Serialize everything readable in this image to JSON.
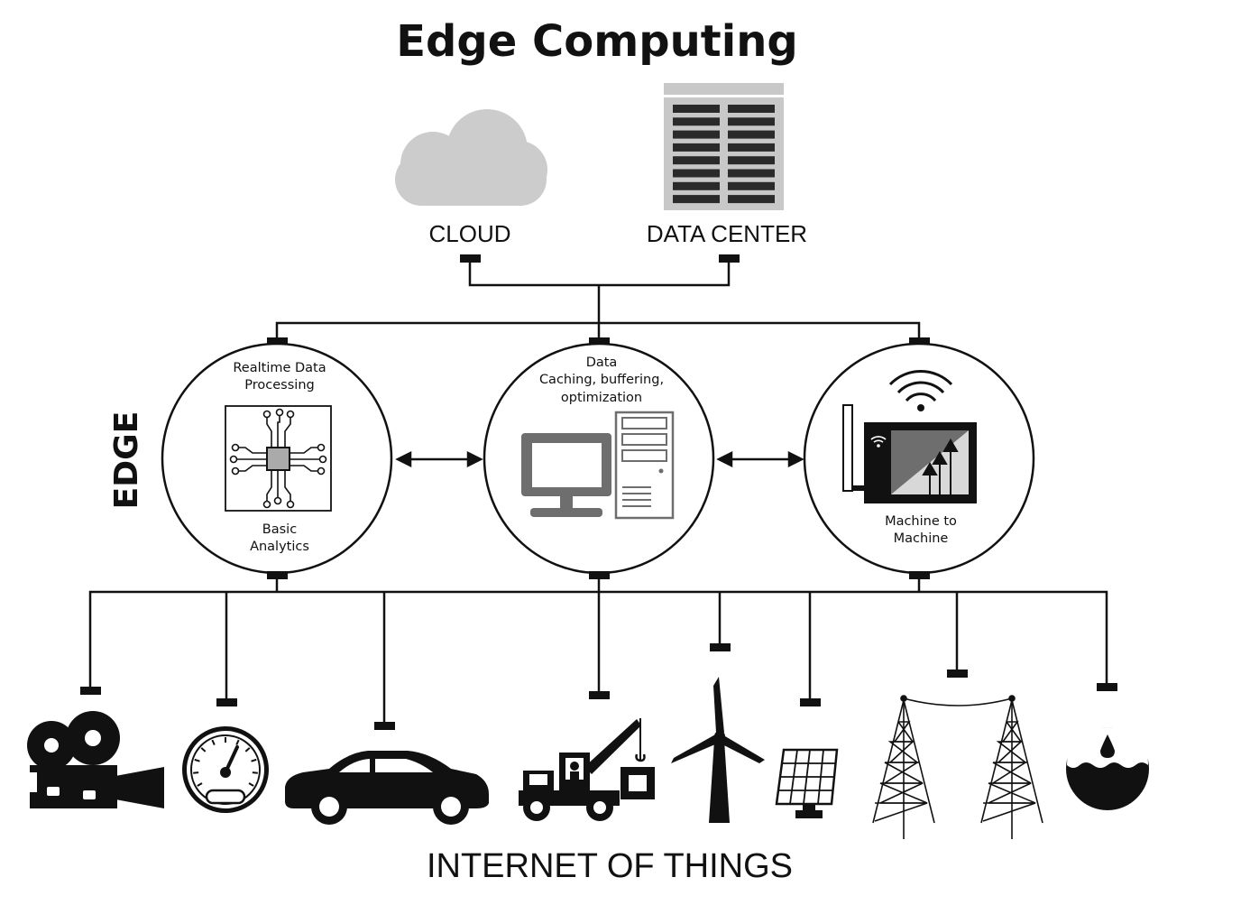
{
  "title": "Edge Computing",
  "top_nodes": {
    "cloud": {
      "label": "CLOUD",
      "icon": "cloud-icon"
    },
    "data_center": {
      "label": "DATA CENTER",
      "icon": "server-rack-icon"
    }
  },
  "edge": {
    "label": "EDGE",
    "nodes": [
      {
        "id": "processing",
        "lines_top": [
          "Realtime Data",
          "Processing"
        ],
        "lines_bottom": [
          "Basic",
          "Analytics"
        ],
        "icon": "processor-chip-icon"
      },
      {
        "id": "caching",
        "lines_top": [
          "Data",
          "Caching, buffering,",
          "optimization"
        ],
        "icon": "desktop-computer-icon"
      },
      {
        "id": "m2m",
        "lines_bottom": [
          "Machine to",
          "Machine"
        ],
        "icon": "wifi-tablet-icon"
      }
    ]
  },
  "iot": {
    "label": "INTERNET OF THINGS",
    "devices": [
      "video-camera-icon",
      "gauge-icon",
      "car-icon",
      "crane-truck-icon",
      "wind-turbine-icon",
      "solar-panel-icon",
      "power-towers-icon",
      "water-tank-icon"
    ]
  },
  "colors": {
    "ink": "#111111",
    "cloud": "#cccccc",
    "rack": "#c8c8c8",
    "rack_slot": "#2a2a2a",
    "screen": "#6e6e6e"
  }
}
